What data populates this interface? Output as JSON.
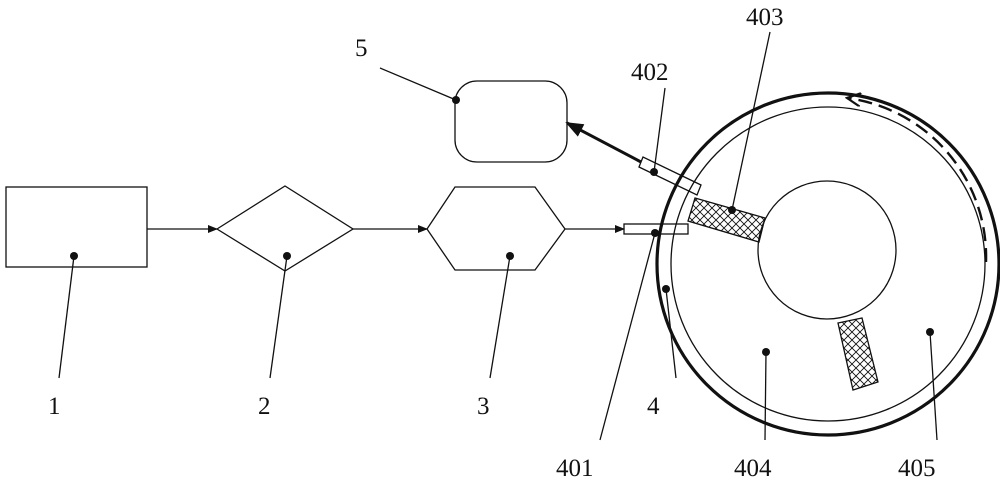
{
  "labels": {
    "l1": "1",
    "l2": "2",
    "l3": "3",
    "l4": "4",
    "l5": "5",
    "l401": "401",
    "l402": "402",
    "l403": "403",
    "l404": "404",
    "l405": "405"
  },
  "colors": {
    "line": "#111111",
    "background": "#ffffff"
  }
}
